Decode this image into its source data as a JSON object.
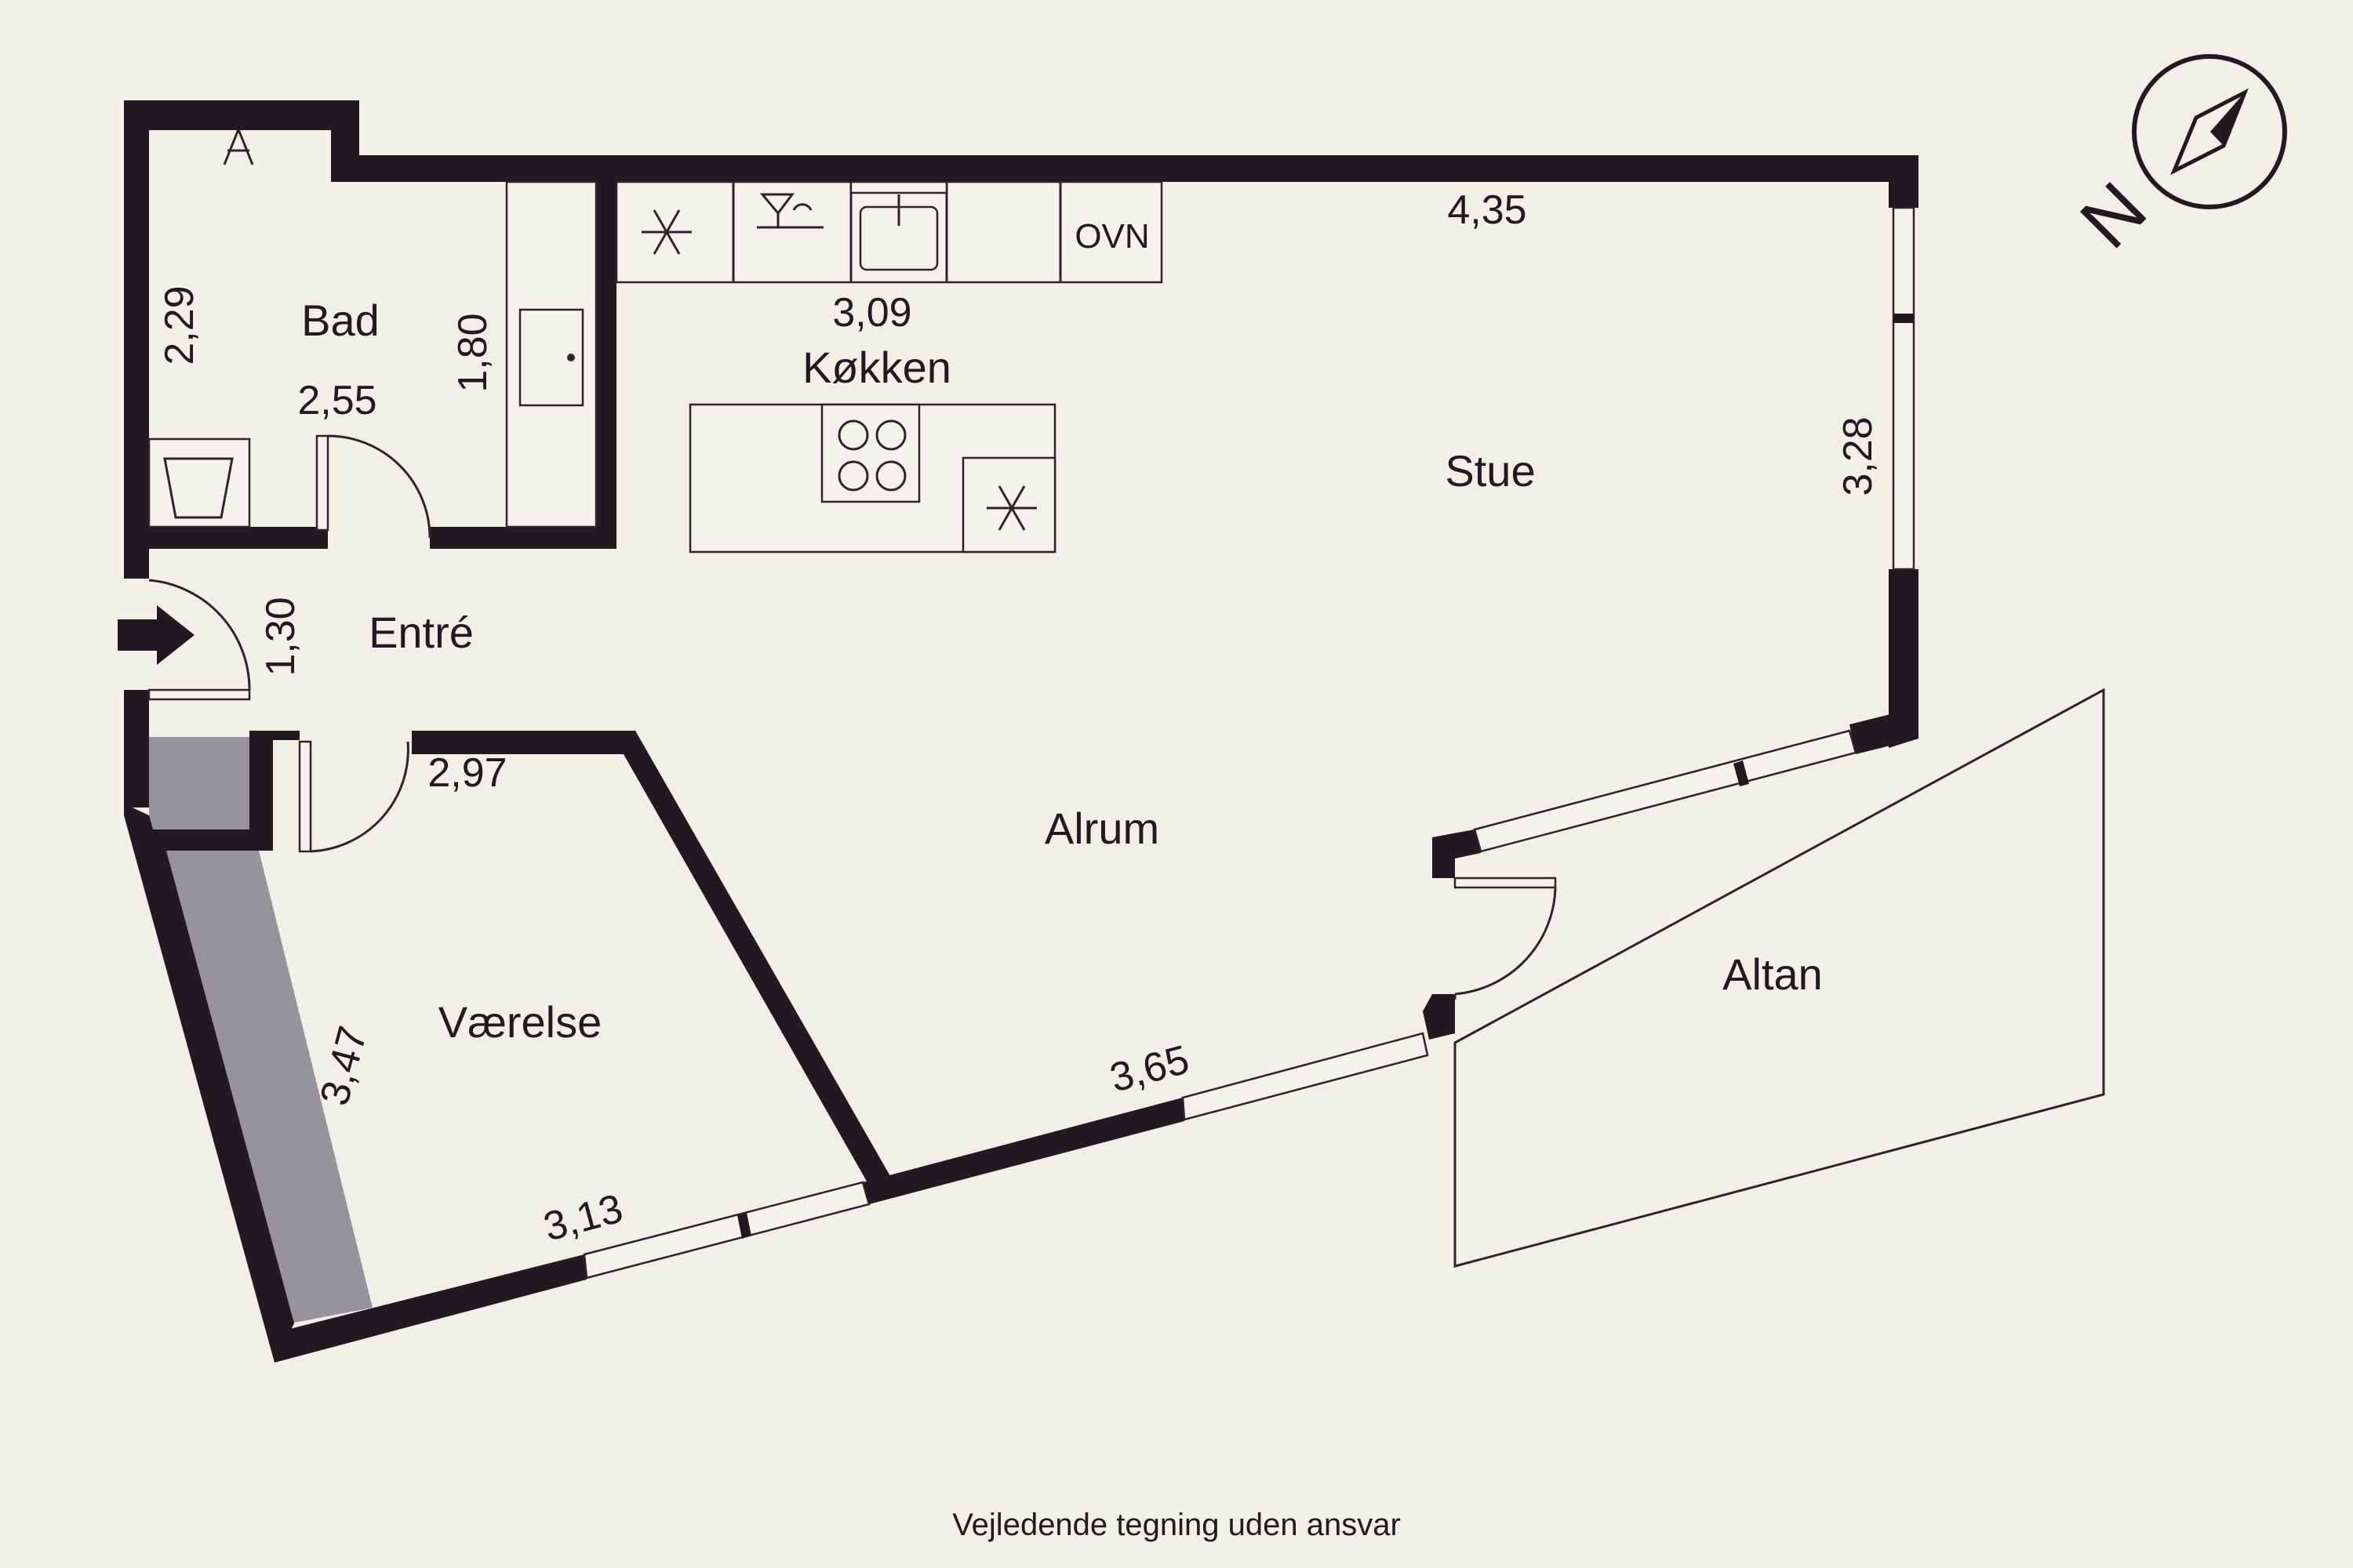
{
  "rooms": {
    "bad": "Bad",
    "kokken": "Køkken",
    "stue": "Stue",
    "entre": "Entré",
    "alrum": "Alrum",
    "vaerelse": "Værelse",
    "altan": "Altan"
  },
  "dimensions": {
    "bad_height": "2,29",
    "bad_width": "2,55",
    "bad_inner": "1,80",
    "kokken_width": "3,09",
    "stue_width": "4,35",
    "stue_height": "3,28",
    "entre_width": "1,30",
    "vaerelse_top": "2,97",
    "vaerelse_side": "3,47",
    "vaerelse_bottom": "3,13",
    "alrum_bottom": "3,65"
  },
  "appliances": {
    "oven": "OVN"
  },
  "compass": {
    "north_label": "N"
  },
  "footer": {
    "disclaimer": "Vejledende tegning uden ansvar"
  },
  "colors": {
    "background": "#f1f0e7",
    "wall": "#1f1b20",
    "closet": "#97939a"
  }
}
